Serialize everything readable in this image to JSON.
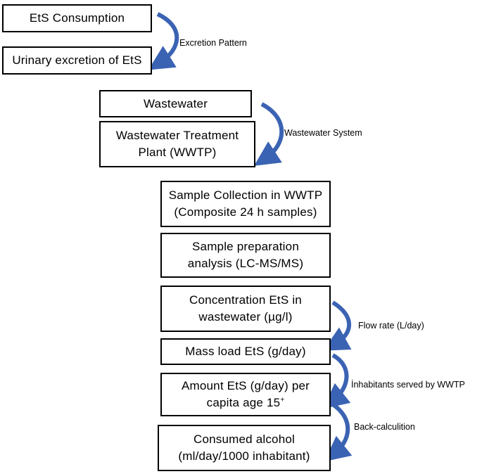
{
  "boxes": {
    "ets_consumption": "EtS Consumption",
    "urinary_excretion": "Urinary excretion of EtS",
    "wastewater": "Wastewater",
    "wwtp_line1": "Wastewater Treatment",
    "wwtp_line2": "Plant (WWTP)",
    "sample_collection_line1": "Sample Collection in WWTP",
    "sample_collection_line2": "(Composite 24 h samples)",
    "sample_prep_line1": "Sample preparation",
    "sample_prep_line2": "analysis (LC-MS/MS)",
    "concentration_line1": "Concentration EtS in",
    "concentration_line2": "wastewater (µg/l)",
    "mass_load": "Mass load EtS (g/day)",
    "amount_line1": "Amount EtS (g/day) per",
    "amount_line2": "capita age 15",
    "amount_superscript": "+",
    "consumed_line1": "Consumed alcohol",
    "consumed_line2": "(ml/day/1000 inhabitant)"
  },
  "labels": {
    "excretion_pattern": "Excretion Pattern",
    "wastewater_system": "Wastewater System",
    "flow_rate": "Flow rate (L/day)",
    "inhabitants_served": "İnhabitants served by WWTP",
    "back_calculation": "Back-calculition"
  },
  "colors": {
    "arrow": "#3b63b3",
    "border": "#000000"
  }
}
